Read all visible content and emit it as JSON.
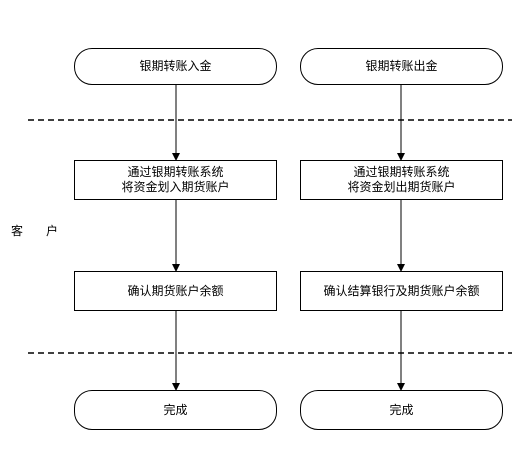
{
  "side_label": {
    "char1": "客",
    "char2": "户"
  },
  "left_column": {
    "start": "银期转账入金",
    "step1": "通过银期转账系统\n将资金划入期货账户",
    "step2": "确认期货账户余额",
    "end": "完成"
  },
  "right_column": {
    "start": "银期转账出金",
    "step1": "通过银期转账系统\n将资金划出期货账户",
    "step2": "确认结算银行及期货账户余额",
    "end": "完成"
  },
  "colors": {
    "line": "#000000",
    "background": "#ffffff"
  }
}
